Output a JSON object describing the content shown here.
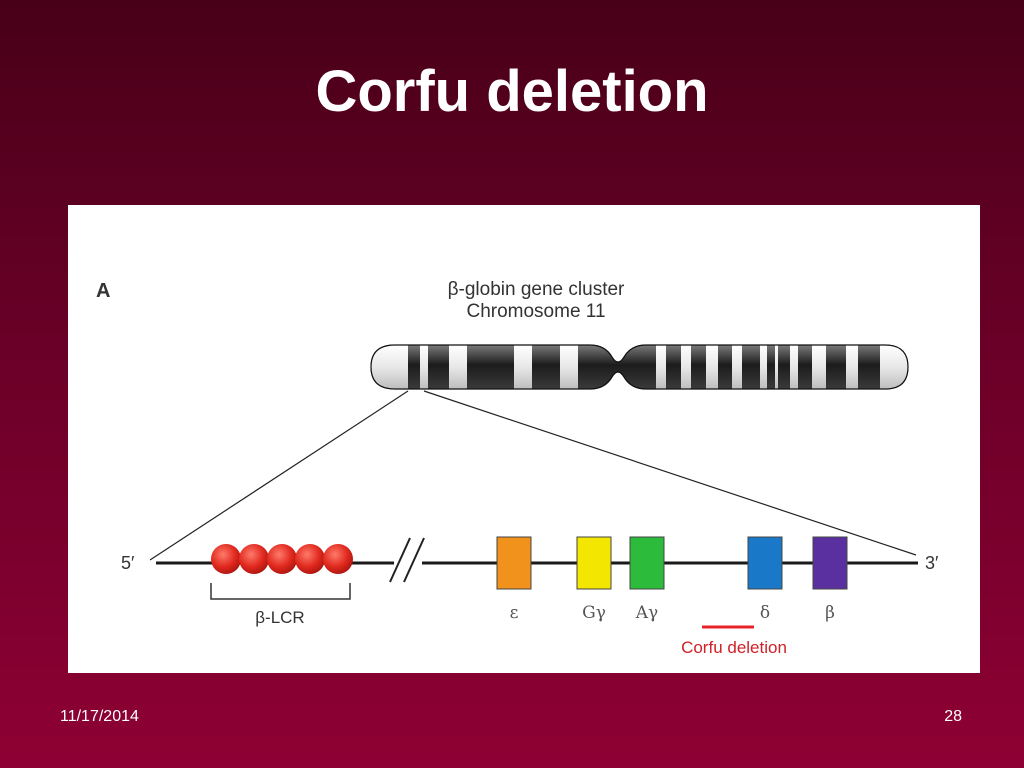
{
  "slide": {
    "title": "Corfu deletion",
    "footer_date": "11/17/2014",
    "page_number": "28"
  },
  "figure": {
    "panel_letter": "A",
    "cluster_title": "β-globin gene cluster",
    "chromosome_label": "Chromosome 11",
    "end_5": "5′",
    "end_3": "3′",
    "lcr_label": "β-LCR",
    "genes": [
      {
        "label": "ε",
        "color": "#f0921c"
      },
      {
        "label": "Gγ",
        "color": "#f3e600"
      },
      {
        "label": "Aγ",
        "color": "#2dbb3c"
      },
      {
        "label": "δ",
        "color": "#1a78c8"
      },
      {
        "label": "β",
        "color": "#5a30a0"
      }
    ],
    "lcr_color": "#e0281e",
    "deletion_label": "Corfu deletion",
    "deletion_color": "#e8222a"
  },
  "colors": {
    "background_top": "#480018",
    "background_bottom": "#8e0033",
    "text": "#ffffff"
  }
}
